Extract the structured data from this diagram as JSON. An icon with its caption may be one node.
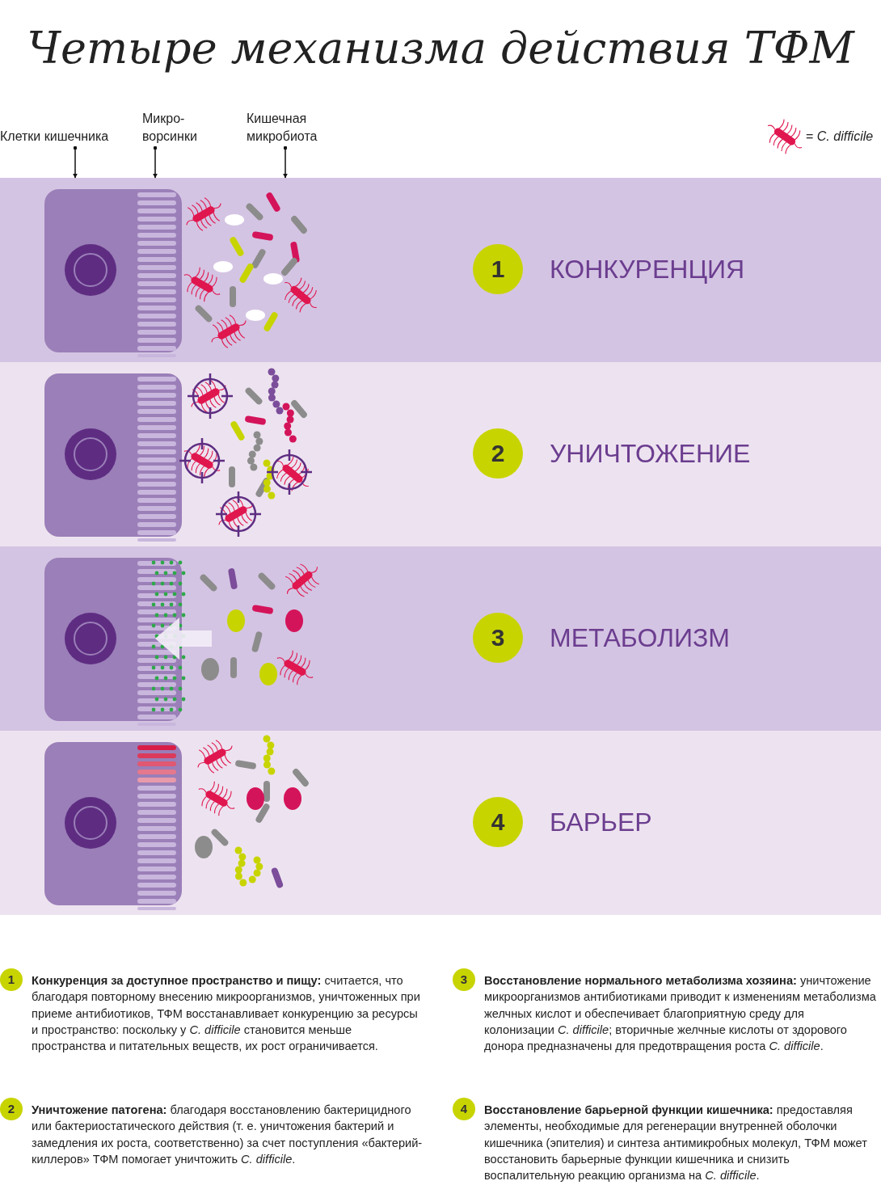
{
  "diagram": {
    "title": "Четыре механизма действия ТФМ",
    "nodes": [
      {
        "text": [
          "Клетки кишечника"
        ]
      },
      {
        "text": [
          "Микро- ворсинки"
        ]
      },
      {
        "text": [
          "Кишечная микробиота"
        ]
      },
      {
        "text": [
          "КОНКУРЕНЦИЯ"
        ]
      },
      {
        "text": [
          "1"
        ],
        "in": 3
      },
      {
        "text": [
          "УНИЧТОЖЕНИЕ"
        ]
      },
      {
        "text": [
          "2"
        ],
        "in": 5
      },
      {
        "text": [
          "МЕТАБОЛИЗМ"
        ]
      },
      {
        "text": [
          "3"
        ],
        "in": 7
      },
      {
        "text": [
          "БАРЬЕР"
        ]
      },
      {
        "text": [
          "4"
        ],
        "in": 9
      },
      {
        "text": [
          "1"
        ],
        "beside": [
          "**Конкуренция за доступное пространство и пищу:** считается, что благодаря повторному внесению микроорганизмов, уничтоженных при приеме антибиотиков, ТФМ восстанавливает конкуренцию за ресурсы и пространство: поскольку у *C. difficile* становится меньше пространства и питательных веществ, их рост ограничивается."
        ]
      },
      {
        "text": [
          "2"
        ],
        "beside": [
          "**Уничтожение патогена:** благодаря восстановлению бактерицидного или бактериостатического действия (т. е. уничтожения бактерий и замедления их роста, соответственно) за счет поступления «бактерий-киллеров» ТФМ помогает уничтожить *C. difficile*."
        ]
      },
      {
        "text": [
          "3"
        ],
        "beside": [
          "**Восстановление нормального метаболизма хозяина:** уничтожение микроорганизмов антибиотиками приводит к изменениям метаболизма желчных кислот и обеспечивает благоприятную среду для колонизации *C. difficile*; вторичные желчные кислоты от здорового донора предназначены для предотвращения роста *C. difficile*."
        ]
      },
      {
        "text": [
          "4"
        ],
        "beside": [
          "**Восстановление барьерной функции кишечника:** предоставляя элементы, необходимые для регенерации внутренней оболочки кишечника (эпителия) и синтеза антимикробных молекул, ТФМ может восстановить барьерные функции кишечника и снизить воспалительную реакцию организма на *C. difficile*."
        ]
      }
    ],
    "edges": [
      {
        "from": 0,
        "to": 3,
        "arrow": "to"
      },
      {
        "from": 1,
        "to": 3,
        "arrow": "to"
      },
      {
        "from": 2,
        "to": 3,
        "arrow": "to"
      }
    ],
    "legend": [
      {
        "text": "= *C. difficile*"
      }
    ]
  }
}
